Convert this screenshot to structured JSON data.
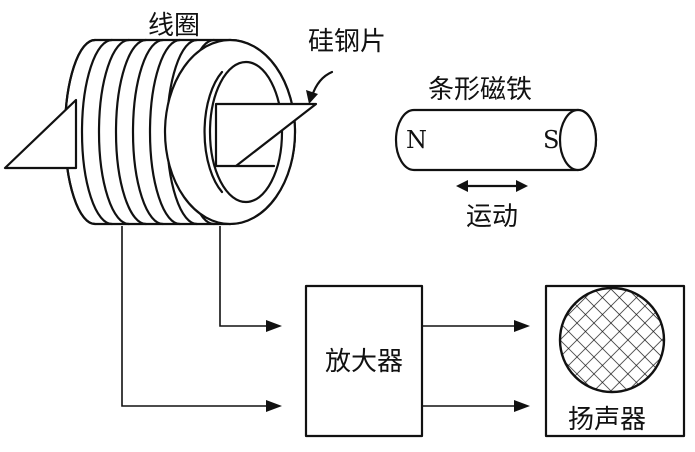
{
  "labels": {
    "coil": "线圈",
    "silicon_steel": "硅钢片",
    "bar_magnet": "条形磁铁",
    "north_pole": "N",
    "south_pole": "S",
    "motion": "运动",
    "amplifier": "放大器",
    "speaker": "扬声器"
  }
}
